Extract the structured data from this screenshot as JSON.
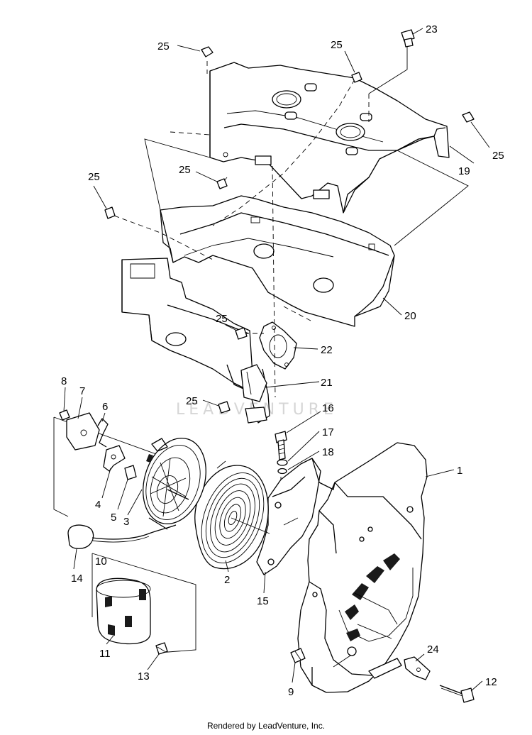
{
  "diagram": {
    "callouts": [
      {
        "id": "c1",
        "text": "1"
      },
      {
        "id": "c2",
        "text": "2"
      },
      {
        "id": "c3",
        "text": "3"
      },
      {
        "id": "c4",
        "text": "4"
      },
      {
        "id": "c5",
        "text": "5"
      },
      {
        "id": "c6",
        "text": "6"
      },
      {
        "id": "c7",
        "text": "7"
      },
      {
        "id": "c8",
        "text": "8"
      },
      {
        "id": "c9",
        "text": "9"
      },
      {
        "id": "c10",
        "text": "10"
      },
      {
        "id": "c11",
        "text": "11"
      },
      {
        "id": "c12",
        "text": "12"
      },
      {
        "id": "c13",
        "text": "13"
      },
      {
        "id": "c14",
        "text": "14"
      },
      {
        "id": "c15",
        "text": "15"
      },
      {
        "id": "c16",
        "text": "16"
      },
      {
        "id": "c17",
        "text": "17"
      },
      {
        "id": "c18",
        "text": "18"
      },
      {
        "id": "c19",
        "text": "19"
      },
      {
        "id": "c20",
        "text": "20"
      },
      {
        "id": "c21",
        "text": "21"
      },
      {
        "id": "c22",
        "text": "22"
      },
      {
        "id": "c23",
        "text": "23"
      },
      {
        "id": "c24",
        "text": "24"
      },
      {
        "id": "c25a",
        "text": "25"
      },
      {
        "id": "c25b",
        "text": "25"
      },
      {
        "id": "c25c",
        "text": "25"
      },
      {
        "id": "c25d",
        "text": "25"
      },
      {
        "id": "c25e",
        "text": "25"
      },
      {
        "id": "c25f",
        "text": "25"
      },
      {
        "id": "c25g",
        "text": "25"
      }
    ],
    "watermark": "LEADVENTURE"
  },
  "footer": {
    "text": "Rendered by LeadVenture, Inc."
  }
}
